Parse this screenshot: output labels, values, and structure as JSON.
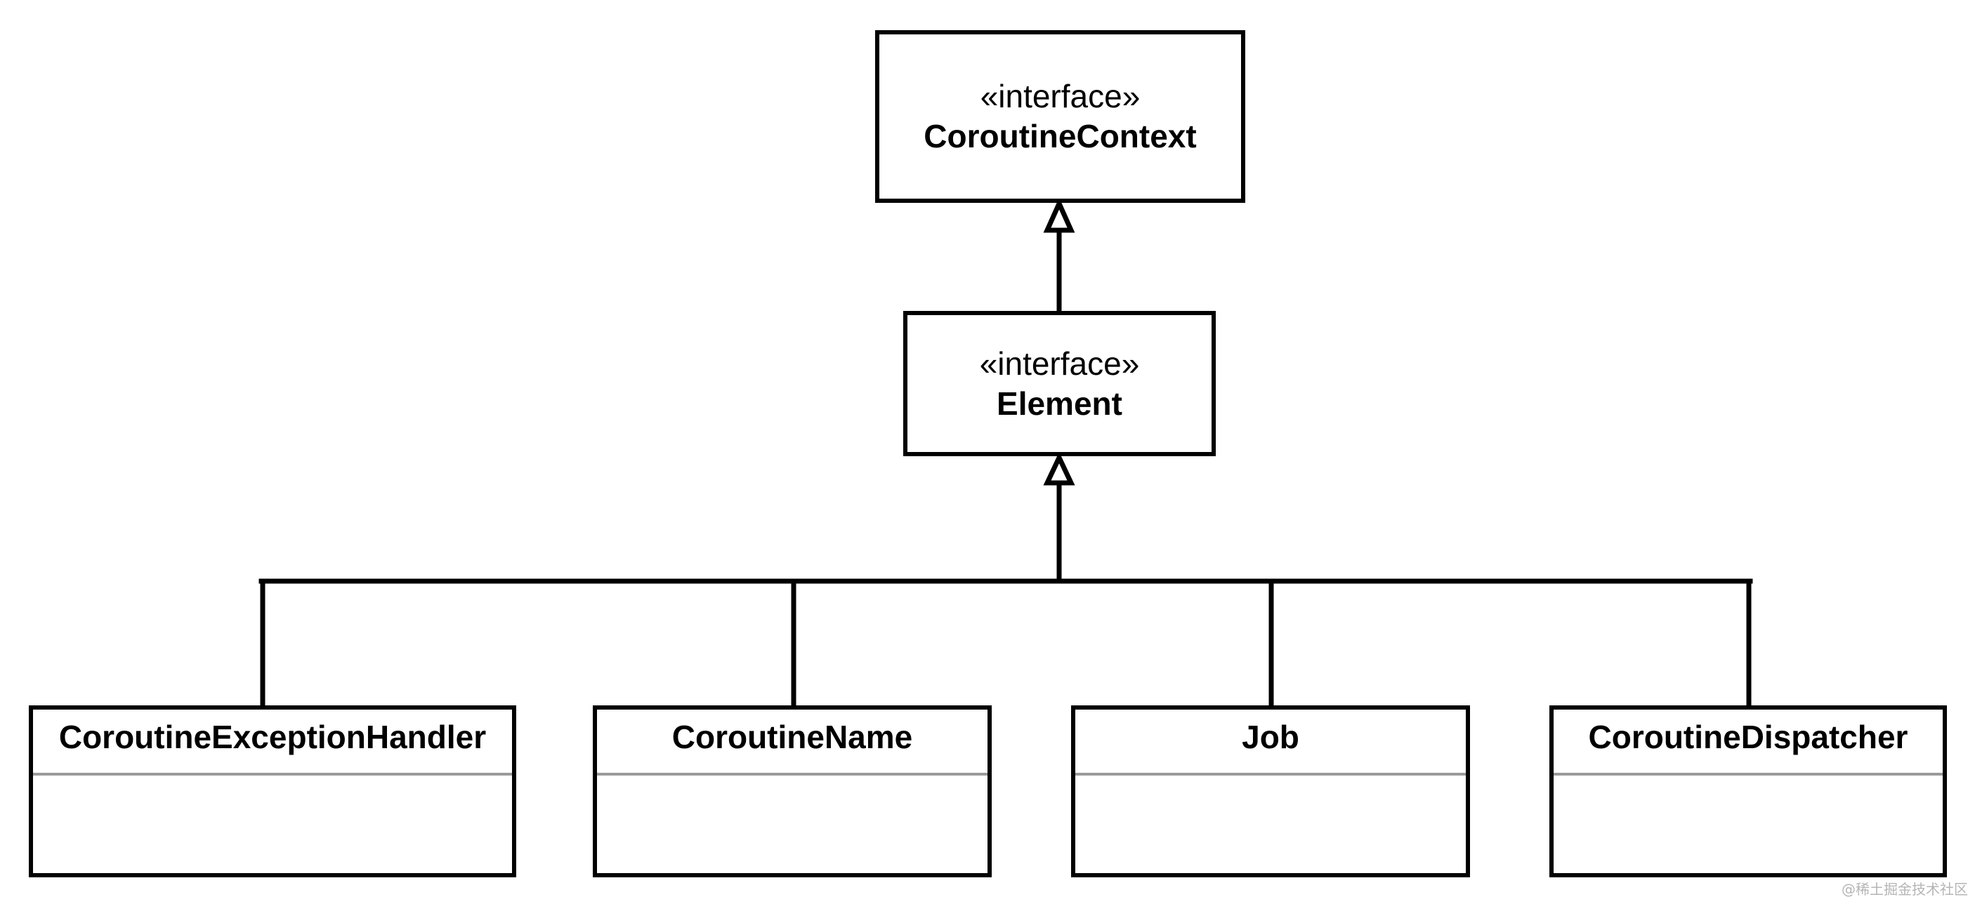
{
  "diagram": {
    "interfaces": [
      {
        "id": "coroutine-context",
        "stereotype": "«interface»",
        "name": "CoroutineContext"
      },
      {
        "id": "element",
        "stereotype": "«interface»",
        "name": "Element"
      }
    ],
    "classes": [
      {
        "id": "coroutine-exception-handler",
        "name": "CoroutineExceptionHandler"
      },
      {
        "id": "coroutine-name",
        "name": "CoroutineName"
      },
      {
        "id": "job",
        "name": "Job"
      },
      {
        "id": "coroutine-dispatcher",
        "name": "CoroutineDispatcher"
      }
    ],
    "relations": [
      {
        "type": "generalization",
        "from": "element",
        "to": "coroutine-context"
      },
      {
        "type": "generalization",
        "from": "coroutine-exception-handler",
        "to": "element"
      },
      {
        "type": "generalization",
        "from": "coroutine-name",
        "to": "element"
      },
      {
        "type": "generalization",
        "from": "job",
        "to": "element"
      },
      {
        "type": "generalization",
        "from": "coroutine-dispatcher",
        "to": "element"
      }
    ],
    "colors": {
      "stroke": "#000000",
      "divider": "#9a9a9a",
      "background": "#ffffff"
    }
  },
  "watermark": "@稀土掘金技术社区"
}
